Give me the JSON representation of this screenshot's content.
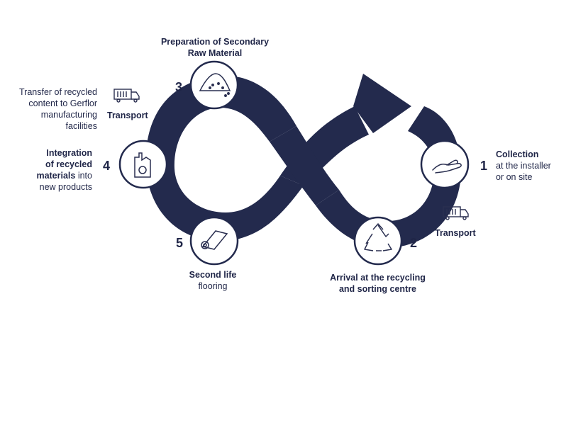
{
  "colors": {
    "loop": "#232a4d",
    "ink": "#1f2547",
    "icon_stroke": "#2a2f50",
    "background": "#ffffff"
  },
  "steps": [
    {
      "number": "1",
      "title": "Collection",
      "lines": [
        "at the installer",
        "or on site"
      ],
      "icon": "hand-icon"
    },
    {
      "number": "2",
      "title_lines": [
        "Arrival at the recycling",
        "and sorting centre"
      ],
      "icon": "recycle-icon"
    },
    {
      "number": "3",
      "title_lines": [
        "Preparation of Secondary",
        "Raw Material"
      ],
      "icon": "granules-pile-icon"
    },
    {
      "number": "4",
      "title_lines": [
        "Integration",
        "of recycled"
      ],
      "mixed_bold": "materials",
      "mixed_regular": " into",
      "last_line": "new products",
      "icon": "factory-recycle-icon"
    },
    {
      "number": "5",
      "title": "Second life",
      "subtitle": "flooring",
      "icon": "flooring-roll-icon"
    }
  ],
  "transports": [
    {
      "label": "Transport",
      "icon": "truck-icon"
    },
    {
      "label": "Transport",
      "icon": "truck-icon"
    }
  ],
  "transfer_note": [
    "Transfer of recycled",
    "content to Gerflor",
    "manufacturing",
    "facilities"
  ]
}
